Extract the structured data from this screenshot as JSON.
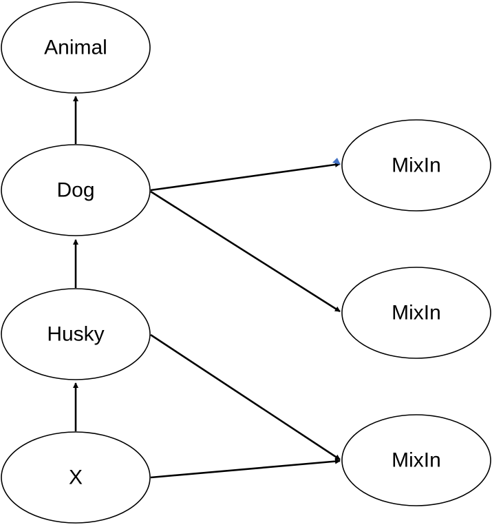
{
  "nodes": [
    {
      "id": "animal",
      "label": "Animal"
    },
    {
      "id": "dog",
      "label": "Dog"
    },
    {
      "id": "husky",
      "label": "Husky"
    },
    {
      "id": "x",
      "label": "X"
    },
    {
      "id": "mixin1",
      "label": "MixIn"
    },
    {
      "id": "mixin2",
      "label": "MixIn"
    },
    {
      "id": "mixin3",
      "label": "MixIn"
    }
  ],
  "edges": [
    {
      "from": "dog",
      "to": "animal"
    },
    {
      "from": "husky",
      "to": "dog"
    },
    {
      "from": "x",
      "to": "husky"
    },
    {
      "from": "dog",
      "to": "mixin1"
    },
    {
      "from": "dog",
      "to": "mixin2"
    },
    {
      "from": "husky",
      "to": "mixin3"
    },
    {
      "from": "x",
      "to": "mixin3"
    }
  ],
  "colors": {
    "stroke": "#000000",
    "fill": "#ffffff",
    "arrow_accent": "#4472c4"
  }
}
